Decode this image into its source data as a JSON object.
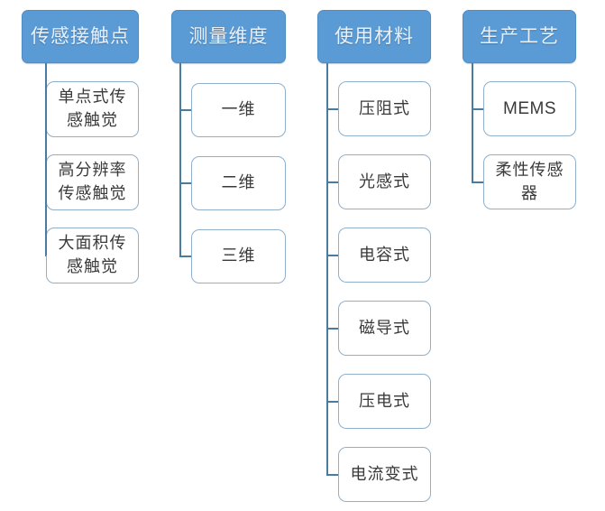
{
  "diagram": {
    "type": "tree",
    "orientation": "vertical-columns",
    "theme": {
      "header_fill": "#5B9BD5",
      "header_text": "#E8F1FA",
      "child_fill": "#FFFFFF",
      "child_border": "#8FAFCB",
      "child_text": "#3A3A3A",
      "connector": "#4A7BA0",
      "background": "#FFFFFF"
    },
    "columns": [
      {
        "id": "contact-point",
        "header": "传感接触点",
        "children": [
          "单点式传感触觉",
          "高分辨率传感触觉",
          "大面积传感触觉"
        ]
      },
      {
        "id": "measurement-dimension",
        "header": "测量维度",
        "children": [
          "一维",
          "二维",
          "三维"
        ]
      },
      {
        "id": "material-used",
        "header": "使用材料",
        "children": [
          "压阻式",
          "光感式",
          "电容式",
          "磁导式",
          "压电式",
          "电流变式"
        ]
      },
      {
        "id": "production-process",
        "header": "生产工艺",
        "children": [
          "MEMS",
          "柔性传感器"
        ]
      }
    ]
  }
}
